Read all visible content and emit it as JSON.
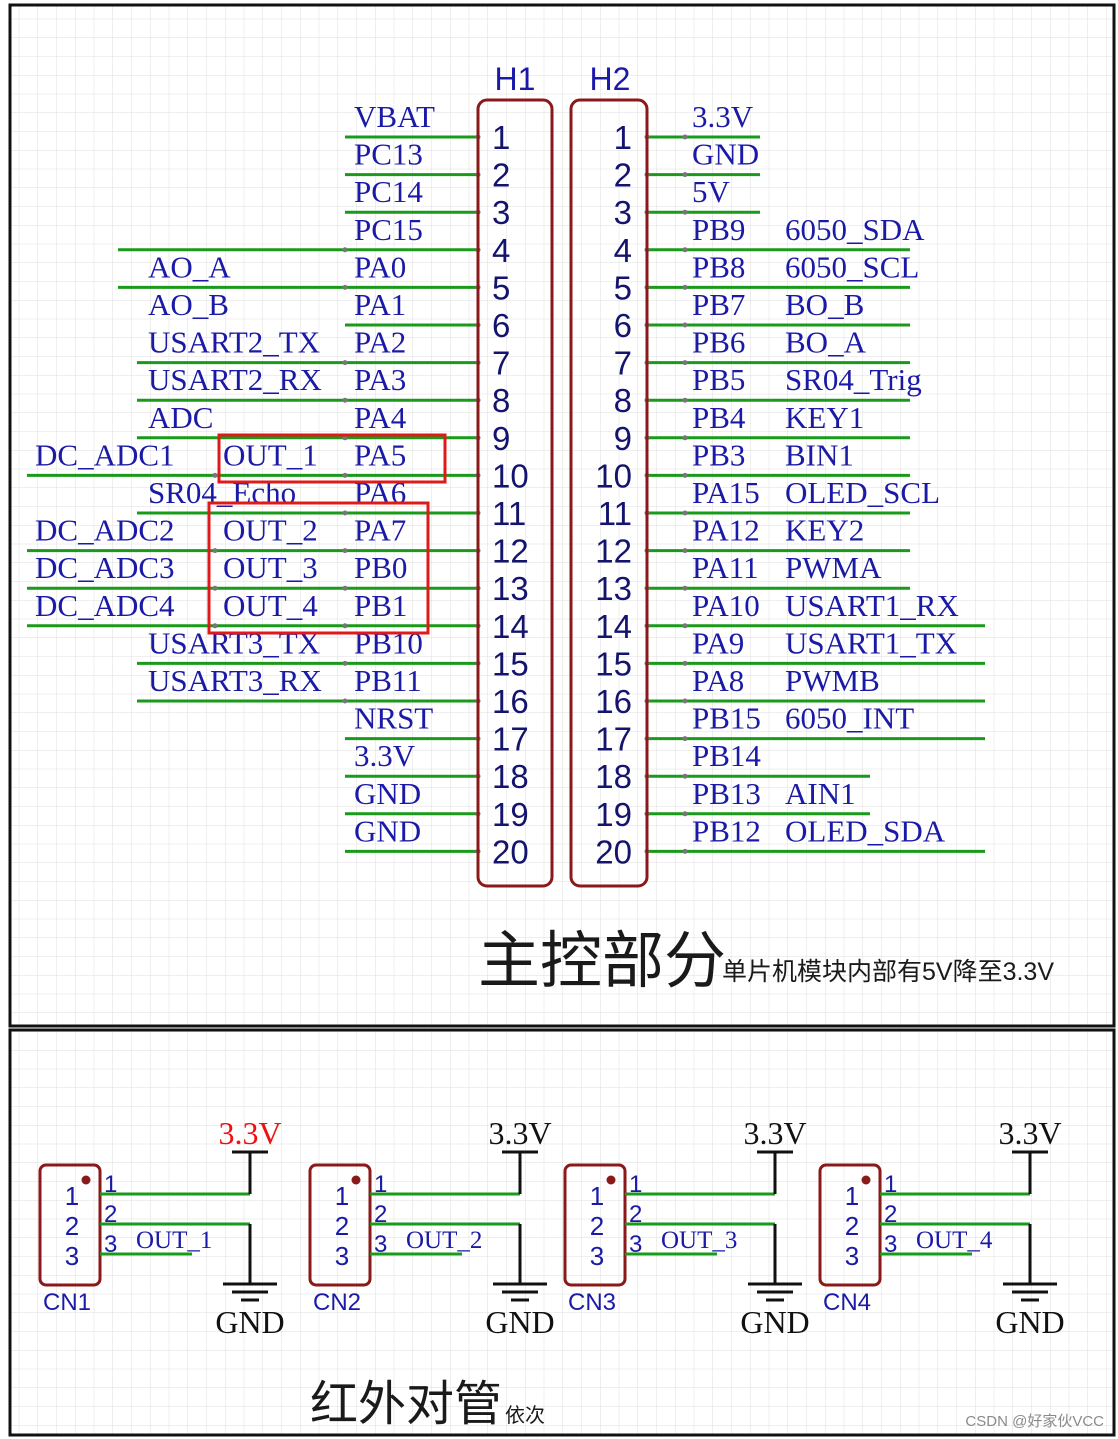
{
  "colors": {
    "wire": "#1a9a1a",
    "label": "#1a1aa6",
    "label_red": "#ee1111",
    "part_outline": "#8a1a1a",
    "highlight_box": "#e01a1a",
    "frame": "#111111",
    "grid": "#dedede"
  },
  "sheet1": {
    "title": "主控部分",
    "subtitle": "单片机模块内部有5V降至3.3V",
    "h1": {
      "designator": "H1",
      "pins": [
        "1",
        "2",
        "3",
        "4",
        "5",
        "6",
        "7",
        "8",
        "9",
        "10",
        "11",
        "12",
        "13",
        "14",
        "15",
        "16",
        "17",
        "18",
        "19",
        "20"
      ],
      "nets": [
        "VBAT",
        "PC13",
        "PC14",
        "PC15",
        "PA0",
        "PA1",
        "PA2",
        "PA3",
        "PA4",
        "PA5",
        "PA6",
        "PA7",
        "PB0",
        "PB1",
        "PB10",
        "PB11",
        "NRST",
        "3.3V",
        "GND",
        "GND"
      ],
      "functions": [
        "",
        "",
        "",
        "",
        "AO_A",
        "AO_B",
        "USART2_TX",
        "USART2_RX",
        "ADC",
        "OUT_1",
        "SR04_Echo",
        "OUT_2",
        "OUT_3",
        "OUT_4",
        "USART3_TX",
        "USART3_RX",
        "",
        "",
        "",
        ""
      ],
      "adc_labels": [
        "",
        "",
        "",
        "",
        "",
        "",
        "",
        "",
        "",
        "DC_ADC1",
        "",
        "DC_ADC2",
        "DC_ADC3",
        "DC_ADC4",
        "",
        "",
        "",
        "",
        "",
        ""
      ]
    },
    "h2": {
      "designator": "H2",
      "pins": [
        "1",
        "2",
        "3",
        "4",
        "5",
        "6",
        "7",
        "8",
        "9",
        "10",
        "11",
        "12",
        "13",
        "14",
        "15",
        "16",
        "17",
        "18",
        "19",
        "20"
      ],
      "nets": [
        "3.3V",
        "GND",
        "5V",
        "PB9",
        "PB8",
        "PB7",
        "PB6",
        "PB5",
        "PB4",
        "PB3",
        "PA15",
        "PA12",
        "PA11",
        "PA10",
        "PA9",
        "PA8",
        "PB15",
        "PB14",
        "PB13",
        "PB12"
      ],
      "functions": [
        "",
        "",
        "",
        "6050_SDA",
        "6050_SCL",
        "BO_B",
        "BO_A",
        "SR04_Trig",
        "KEY1",
        "BIN1",
        "OLED_SCL",
        "KEY2",
        "PWMA",
        "USART1_RX",
        "USART1_TX",
        "PWMB",
        "6050_INT",
        "",
        "AIN1",
        "OLED_SDA"
      ]
    }
  },
  "sheet2": {
    "title": "红外对管",
    "subtitle": "依次",
    "connectors": [
      {
        "designator": "CN1",
        "power": "3.3V",
        "ground": "GND",
        "out": "OUT_1",
        "pins": [
          "1",
          "2",
          "3"
        ]
      },
      {
        "designator": "CN2",
        "power": "3.3V",
        "ground": "GND",
        "out": "OUT_2",
        "pins": [
          "1",
          "2",
          "3"
        ]
      },
      {
        "designator": "CN3",
        "power": "3.3V",
        "ground": "GND",
        "out": "OUT_3",
        "pins": [
          "1",
          "2",
          "3"
        ]
      },
      {
        "designator": "CN4",
        "power": "3.3V",
        "ground": "GND",
        "out": "OUT_4",
        "pins": [
          "1",
          "2",
          "3"
        ]
      }
    ]
  },
  "watermark": "CSDN @好家伙VCC"
}
